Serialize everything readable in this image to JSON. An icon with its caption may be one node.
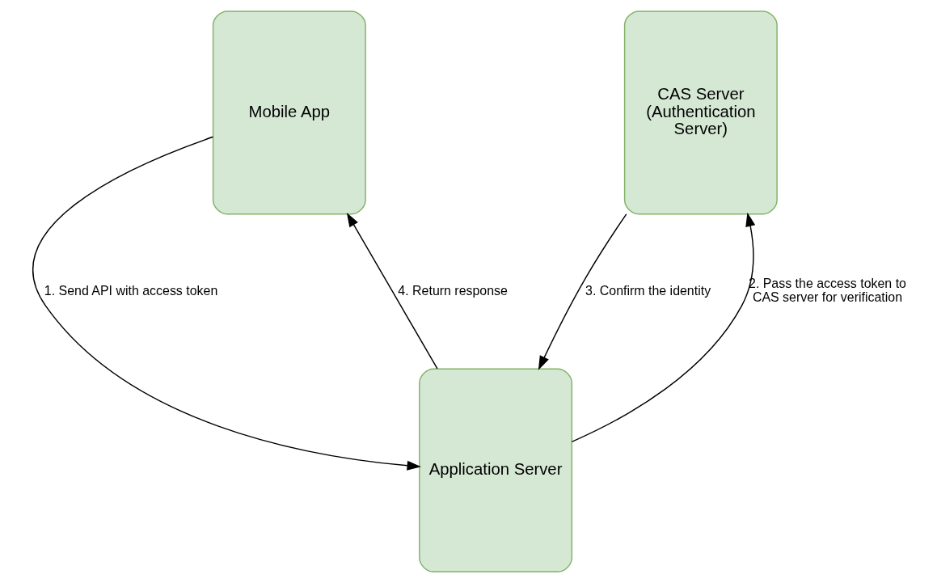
{
  "diagram": {
    "nodes": [
      {
        "text": [
          "Mobile App"
        ]
      },
      {
        "text": [
          "CAS Server (Authentication Server)"
        ]
      },
      {
        "text": [
          "Application Server"
        ]
      }
    ],
    "edges": [
      {
        "from": 0,
        "to": 2,
        "arrow": "to",
        "label": "1. Send API with access token"
      },
      {
        "from": 2,
        "to": 1,
        "arrow": "to",
        "label": "2. Pass the access token to CAS server for verification"
      },
      {
        "from": 1,
        "to": 2,
        "arrow": "to",
        "label": "3. Confirm the identity"
      },
      {
        "from": 2,
        "to": 0,
        "arrow": "to",
        "label": "4. Return response"
      }
    ]
  }
}
